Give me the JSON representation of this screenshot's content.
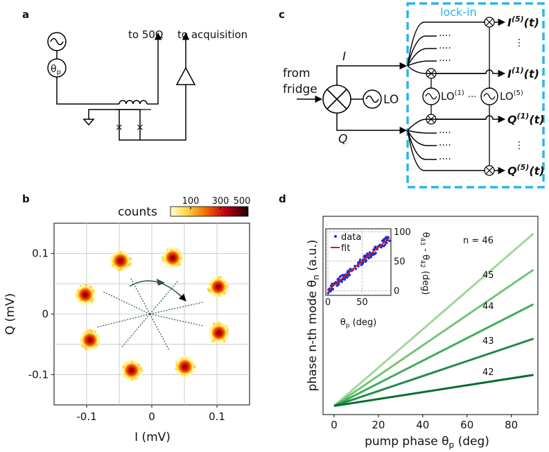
{
  "panels": {
    "a": {
      "label": "a",
      "phase_symbol": "θ",
      "phase_sub": "p",
      "to_50": "to 50Ω",
      "to_acq": "to acquisition"
    },
    "b": {
      "label": "b",
      "colorbar_title": "counts",
      "colorbar_ticks": [
        "100",
        "300",
        "500"
      ],
      "xlabel": "I (mV)",
      "ylabel": "Q (mV)",
      "xticks": [
        "-0.1",
        "0",
        "0.1"
      ],
      "yticks": [
        "0.1",
        "0",
        "-0.1"
      ]
    },
    "c": {
      "label": "c",
      "lockin_title": "lock-in",
      "from_line1": "from",
      "from_line2": "fridge",
      "I_symbol": "I",
      "Q_symbol": "Q",
      "lo": "LO",
      "lo1": "LO",
      "lo1_sup": "(1)",
      "lo5": "LO",
      "lo5_sup": "(5)",
      "dots_h": "····",
      "dots_mid": "···",
      "out_I5_base": "I",
      "out_I5_sup": "(5)",
      "out_I1_base": "I",
      "out_I1_sup": "(1)",
      "out_Q1_base": "Q",
      "out_Q1_sup": "(1)",
      "out_Q5_base": "Q",
      "out_Q5_sup": "(5)",
      "t_suffix": "(t)"
    },
    "d": {
      "label": "d",
      "xlabel_main": "pump phase θ",
      "xlabel_sub": "p",
      "xlabel_unit": " (deg)",
      "ylabel_main": "phase n-th mode θ",
      "ylabel_sub": "n",
      "ylabel_unit": " (a.u.)",
      "xticks": [
        "0",
        "20",
        "40",
        "60",
        "80"
      ],
      "line_labels": [
        "n = 46",
        "45",
        "44",
        "43",
        "42"
      ],
      "inset": {
        "legend_data": "data",
        "legend_fit": "fit",
        "xlabel_main": "θ",
        "xlabel_sub": "p",
        "xlabel_unit": " (deg)",
        "ylabel": "θ43 - θ42 (deg)",
        "ylabel_a": "θ",
        "ylabel_a_sub": "43",
        "ylabel_mid": " - θ",
        "ylabel_b_sub": "42",
        "ylabel_unit": " (deg)",
        "xticks": [
          "0",
          "50"
        ],
        "yticks": [
          "100",
          "50",
          "0"
        ]
      }
    }
  },
  "colors": {
    "lockin_box": "#2ab5e8",
    "line_46": "#9fd79a",
    "line_45": "#74c476",
    "line_44": "#41ab5d",
    "line_43": "#238b45",
    "line_42": "#006d2c",
    "scatter": "#1f2fd6",
    "fit": "#e01010",
    "circuit": "#000000"
  },
  "chart_data": [
    {
      "type": "heatmap",
      "panel": "b",
      "description_of_content": "IQ histogram with 8 blobs",
      "xlabel": "I (mV)",
      "ylabel": "Q (mV)",
      "xlim": [
        -0.15,
        0.15
      ],
      "ylim": [
        -0.15,
        0.15
      ],
      "grid": true,
      "colorbar": {
        "label": "counts",
        "ticks": [
          100,
          300,
          500
        ]
      },
      "blobs": [
        {
          "I": -0.048,
          "Q": 0.088
        },
        {
          "I": 0.032,
          "Q": 0.093
        },
        {
          "I": 0.102,
          "Q": 0.045
        },
        {
          "I": 0.103,
          "Q": -0.031
        },
        {
          "I": 0.051,
          "Q": -0.087
        },
        {
          "I": -0.031,
          "Q": -0.093
        },
        {
          "I": -0.095,
          "Q": -0.043
        },
        {
          "I": -0.102,
          "Q": 0.032
        }
      ]
    },
    {
      "type": "line",
      "panel": "d",
      "xlabel": "pump phase θp (deg)",
      "ylabel": "phase n-th mode θn (a.u.)",
      "xlim": [
        -5,
        92
      ],
      "x": [
        0,
        90
      ],
      "series": [
        {
          "name": "n = 46",
          "y": [
            0,
            1.0
          ]
        },
        {
          "name": "45",
          "y": [
            0,
            0.79
          ]
        },
        {
          "name": "44",
          "y": [
            0,
            0.59
          ]
        },
        {
          "name": "43",
          "y": [
            0,
            0.39
          ]
        },
        {
          "name": "42",
          "y": [
            0,
            0.18
          ]
        }
      ],
      "ylim": [
        -0.05,
        1.1
      ],
      "grid": false
    },
    {
      "type": "scatter",
      "panel": "d-inset",
      "xlabel": "θp (deg)",
      "ylabel": "θ43 - θ42 (deg)",
      "xlim": [
        -3,
        92
      ],
      "ylim": [
        -8,
        105
      ],
      "grid": true,
      "legend": "top-left",
      "series": [
        {
          "name": "data",
          "x_range": [
            0,
            90
          ],
          "slope": 1.0,
          "intercept": 0
        },
        {
          "name": "fit",
          "x": [
            0,
            90
          ],
          "y": [
            0,
            90
          ]
        }
      ]
    }
  ]
}
